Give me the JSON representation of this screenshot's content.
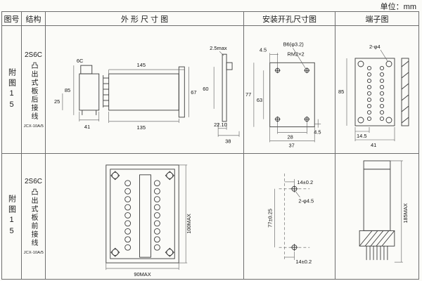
{
  "unit_label": "单位：mm",
  "header": {
    "fig": "图号",
    "struct": "结构",
    "outline": "外 形 尺 寸 图",
    "mounting": "安装开孔尺寸图",
    "terminal": "端子图"
  },
  "row1": {
    "fig": "附图15",
    "model": "2S6C",
    "desc": "凸出式板后接线",
    "sub": "JCX-10A/5",
    "outline": {
      "top_label": "6C",
      "d25": "25",
      "d85": "85",
      "d41": "41",
      "d145": "145",
      "d135": "135",
      "d67": "67",
      "dmax": "2.5max",
      "d60": "60",
      "d22": "22.10",
      "d38": "38"
    },
    "mounting": {
      "d45a": "4.5",
      "hole": "B6(φ3.2)",
      "screw": "RM2×2",
      "d77": "77",
      "d63": "63",
      "d28": "28",
      "d37": "37",
      "d45b": "4.5"
    },
    "terminal": {
      "hole": "2-φ4",
      "d85": "85",
      "d145": "14.5",
      "d41": "41"
    }
  },
  "row2": {
    "fig": "附图15",
    "model": "2S6C",
    "desc": "凸出式板前接线",
    "sub": "JCX-10A/5",
    "outline": {
      "d100": "100MAX",
      "d90": "90MAX"
    },
    "mounting": {
      "hole": "2-φ4.5",
      "d77": "77±0.25",
      "d14a": "14±0.2",
      "d14b": "14±0.2"
    },
    "terminal": {
      "d185": "185MAX"
    }
  }
}
